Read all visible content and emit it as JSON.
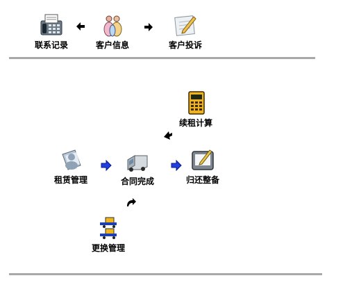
{
  "top_row": {
    "contact_record": {
      "label": "联系记录",
      "icon": "fax-phone-icon"
    },
    "customer_info": {
      "label": "客户信息",
      "icon": "people-icon"
    },
    "complaint": {
      "label": "客户投诉",
      "icon": "notepad-pencil-icon"
    }
  },
  "workflow": {
    "renewal_calc": {
      "label": "续租计算",
      "icon": "calculator-icon"
    },
    "lease_mgmt": {
      "label": "租赁管理",
      "icon": "document-person-icon"
    },
    "contract_done": {
      "label": "合同完成",
      "icon": "truck-icon"
    },
    "return_prep": {
      "label": "归还整备",
      "icon": "tablet-pen-icon"
    },
    "replace_mgmt": {
      "label": "更换管理",
      "icon": "forklift-icon"
    }
  },
  "colors": {
    "divider": "#a8a8a8",
    "arrow_blue": "#1f3fe0",
    "arrow_black": "#000000"
  }
}
